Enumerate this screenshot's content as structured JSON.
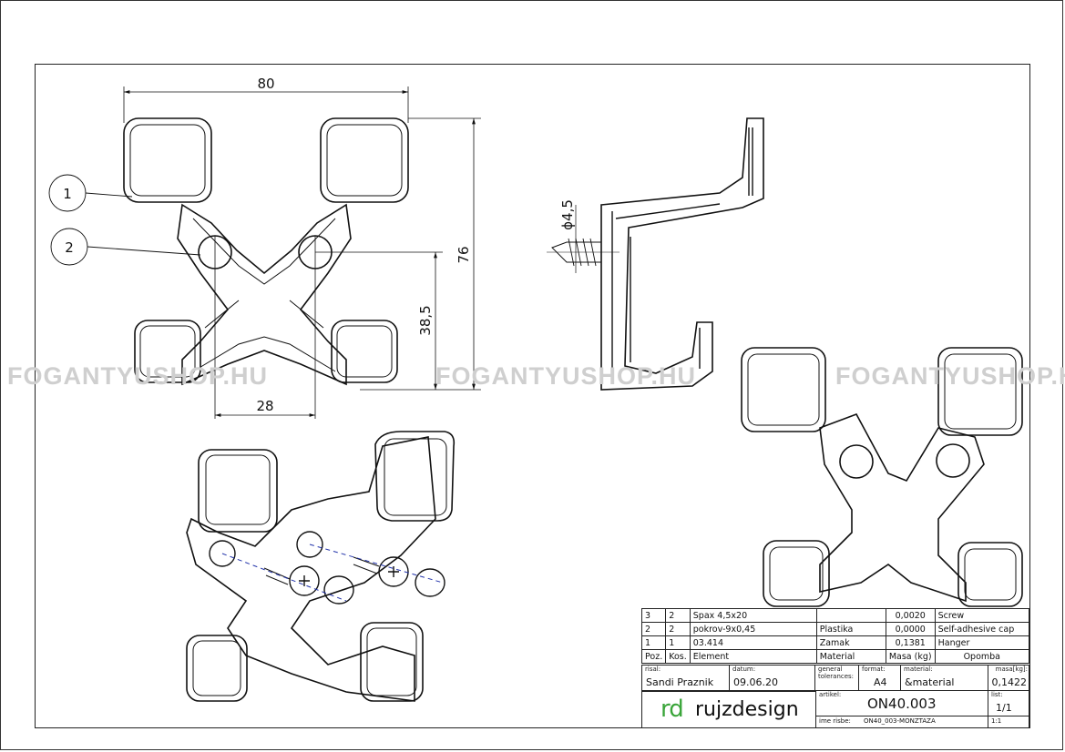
{
  "watermark": "FOGANTYUSHOP.HU",
  "dimensions": {
    "width_80": "80",
    "height_76": "76",
    "height_38_5": "38,5",
    "width_28": "28",
    "screw_dia": "ϕ4,5"
  },
  "balloons": [
    "1",
    "2"
  ],
  "bom": {
    "rows": [
      {
        "pos": "3",
        "qty": "2",
        "element": "Spax 4,5x20",
        "material": "",
        "mass": "0,0020",
        "note": "Screw"
      },
      {
        "pos": "2",
        "qty": "2",
        "element": "pokrov-9x0,45",
        "material": "Plastika",
        "mass": "0,0000",
        "note": "Self-adhesive cap"
      },
      {
        "pos": "1",
        "qty": "1",
        "element": "03.414",
        "material": "Zamak",
        "mass": "0,1381",
        "note": "Hanger"
      }
    ],
    "header": {
      "pos": "Poz.",
      "qty": "Kos.",
      "element": "Element",
      "material": "Material",
      "mass": "Masa (kg)",
      "note": "Opomba"
    }
  },
  "title_block": {
    "risal_label": "risal:",
    "risal_value": "Sandi Praznik",
    "datum_label": "datum:",
    "datum_value": "09.06.20",
    "tolerances_label": "general tolerances:",
    "format_label": "format:",
    "format_value": "A4",
    "material_label": "material:",
    "material_value": "&material",
    "masa_label": "masa[kg]:",
    "masa_value": "0,1422",
    "artikel_label": "artikel:",
    "artikel_value": "ON40.003",
    "list_label": "list:",
    "list_value": "1/1",
    "ime_label": "ime risbe:",
    "ime_value": "ON40_003-MONZTAZA",
    "scale_value": "1:1",
    "logo_rd": "rd",
    "logo_name": "rujzdesign"
  }
}
